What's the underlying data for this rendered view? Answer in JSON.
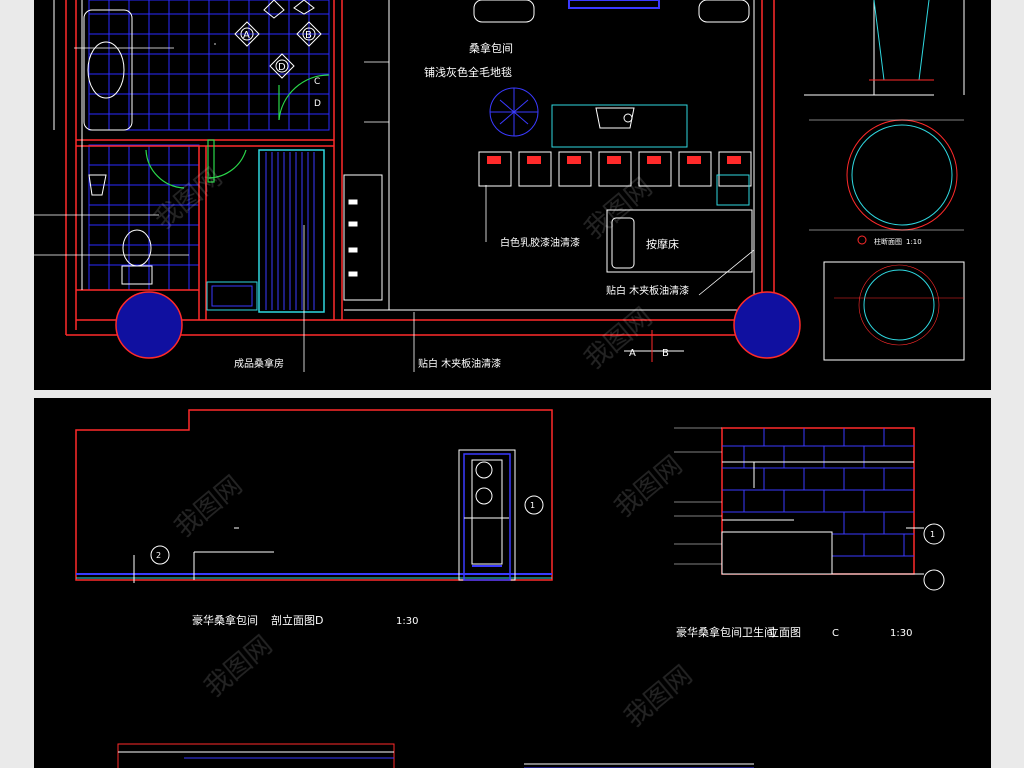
{
  "plan": {
    "labels": {
      "room_name": "桑拿包间",
      "floor_note": "铺浅灰色全毛地毯",
      "wall_note_white": "白色乳胶漆油清漆",
      "massage_bed": "按摩床",
      "veneer_note_bottom": "贴白 木夹板油清漆",
      "veneer_note_right": "贴白 木夹板油清漆",
      "sauna_room": "成品桑拿房",
      "section_a": "A",
      "section_b": "B",
      "door_tag_c": "C",
      "door_tag_d": "D",
      "column_scale_label": "柱断面图",
      "column_scale": "1:10",
      "tile_a": "A",
      "tile_b": "B",
      "tile_d": "D"
    }
  },
  "elevations": {
    "left": {
      "title": "豪华桑拿包间",
      "subtitle": "剖立面图D",
      "scale": "1:30",
      "marker_1": "1",
      "marker_2": "2"
    },
    "right": {
      "title": "豪华桑拿包间卫生间",
      "subtitle": "立面图",
      "letter": "C",
      "scale": "1:30",
      "marker_1": "1"
    }
  },
  "watermark": "我图网",
  "colors": {
    "background": "#000000",
    "wall_red": "#ff2a2a",
    "grid_blue": "#2a2aff",
    "cyan": "#2fd8e0",
    "green": "#2ad84a",
    "white": "#ffffff",
    "column_fill": "#1010a0"
  }
}
